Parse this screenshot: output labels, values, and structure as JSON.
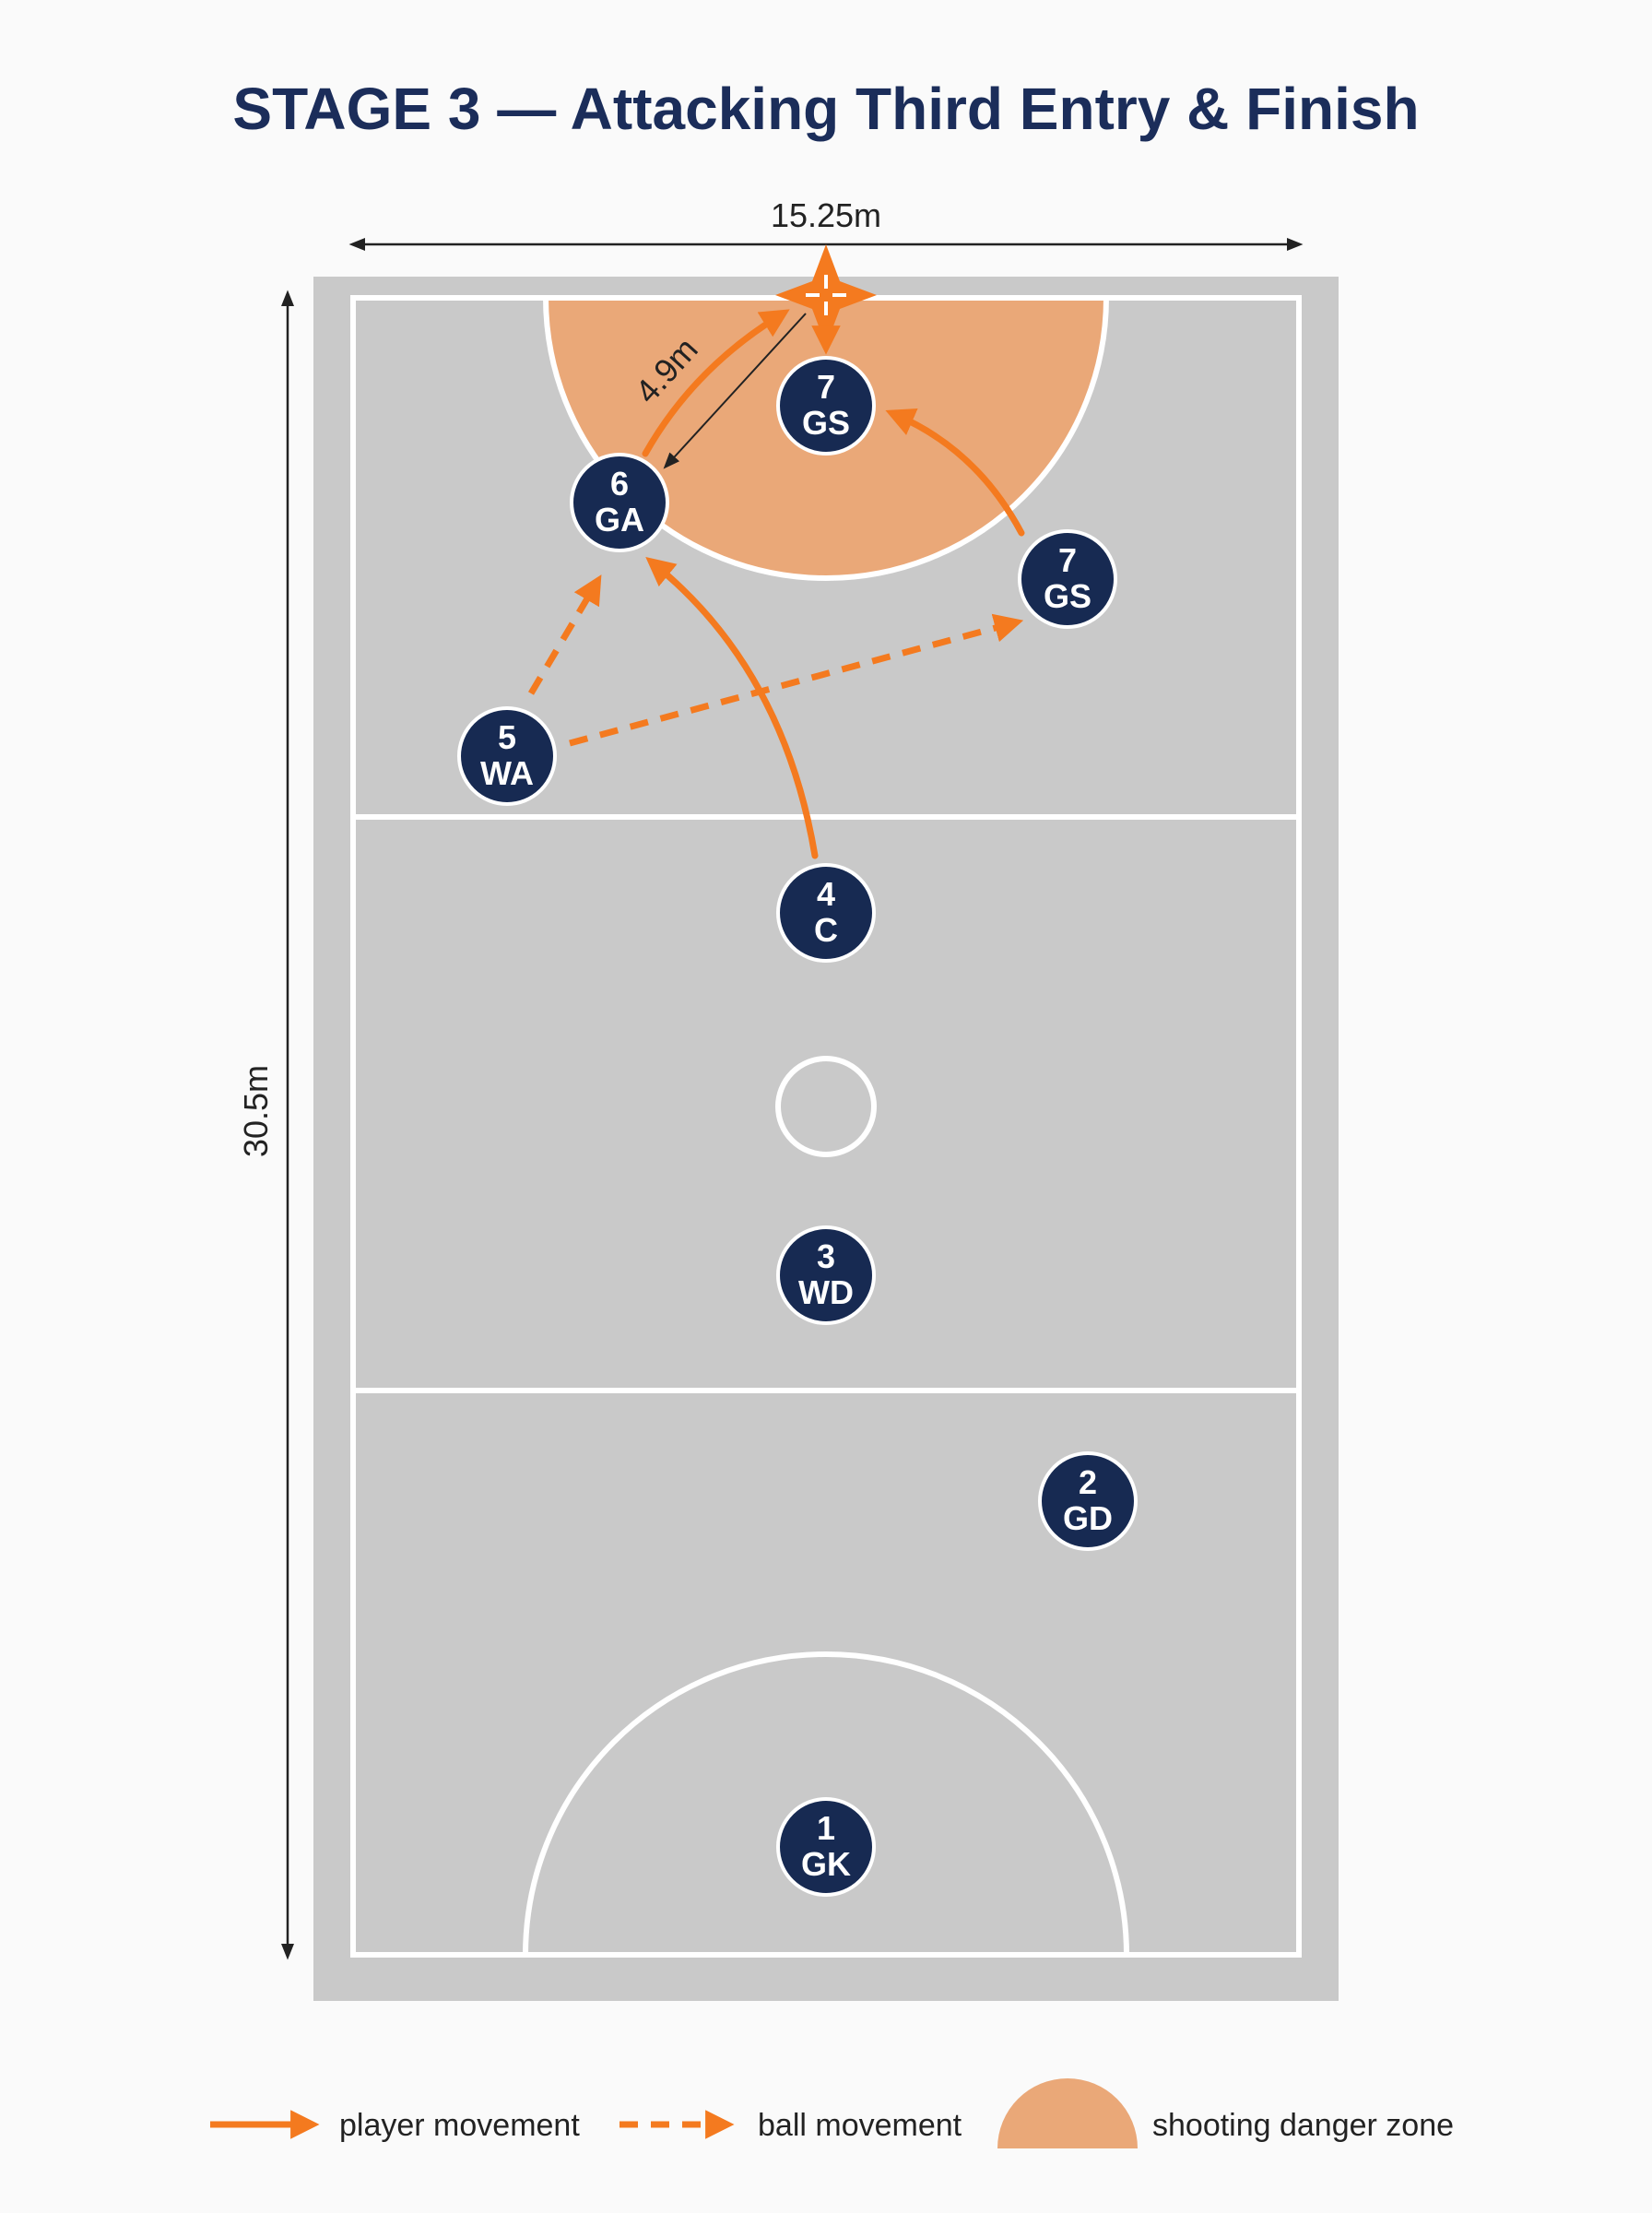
{
  "title": "STAGE 3 — Attacking Third Entry & Finish",
  "court": {
    "width_label": "15.25m",
    "length_label": "30.5m",
    "circle_radius_label": "4.9m"
  },
  "colors": {
    "court": "#c9c9c9",
    "lines": "#ffffff",
    "player": "#172a52",
    "accent": "#f47a1f",
    "danger_zone": "#eaa878",
    "title": "#1b2d5a"
  },
  "players": [
    {
      "id": "gs-top",
      "number": "7",
      "position": "GS"
    },
    {
      "id": "ga",
      "number": "6",
      "position": "GA"
    },
    {
      "id": "gs-right",
      "number": "7",
      "position": "GS"
    },
    {
      "id": "wa",
      "number": "5",
      "position": "WA"
    },
    {
      "id": "c",
      "number": "4",
      "position": "C"
    },
    {
      "id": "wd",
      "number": "3",
      "position": "WD"
    },
    {
      "id": "gd",
      "number": "2",
      "position": "GD"
    },
    {
      "id": "gk",
      "number": "1",
      "position": "GK"
    }
  ],
  "legend": {
    "player_movement": "player movement",
    "ball_movement": "ball movement",
    "danger_zone": "shooting danger zone"
  },
  "icons": {
    "shot_target": "crosshair-icon"
  }
}
